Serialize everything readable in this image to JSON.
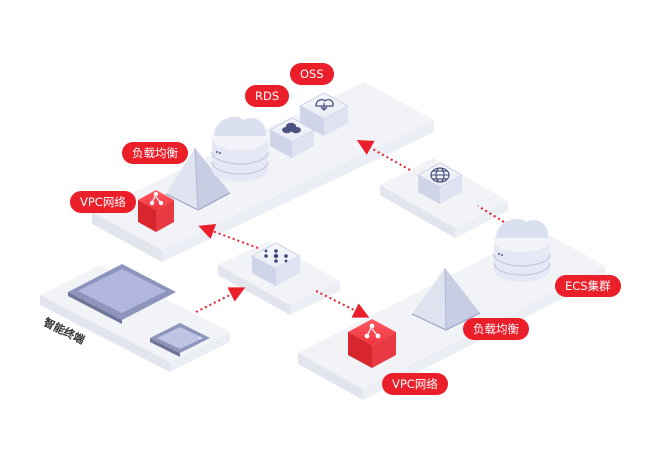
{
  "labels": {
    "oss": "OSS",
    "rds": "RDS",
    "slb_top": "负载均衡",
    "vpc_top": "VPC网络",
    "ecs": "ECS集群",
    "slb_bottom": "负载均衡",
    "vpc_bottom": "VPC网络",
    "devices": "智能终端"
  },
  "colors": {
    "accent": "#ea1f2a",
    "platform": "#f2f3f7",
    "device": "#dfe3f4",
    "device_dark": "#8e95bd",
    "arrow": "#ea1f2a"
  },
  "icons": [
    "cloud-database-icon",
    "rds-icon",
    "oss-icon",
    "load-balancer-icon",
    "vpc-icon",
    "globe-icon",
    "hub-icon",
    "tablet-icon",
    "phone-icon"
  ]
}
